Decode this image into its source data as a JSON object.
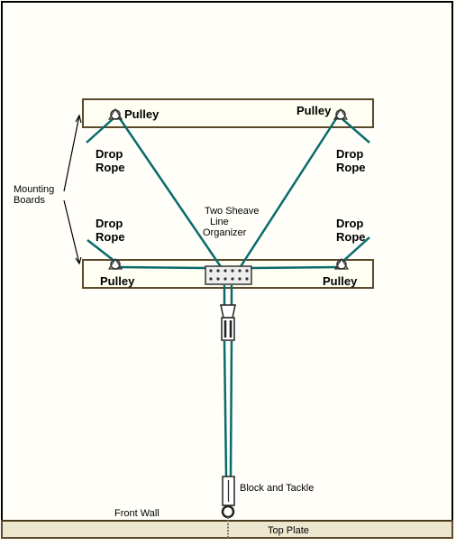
{
  "labels": {
    "pulley": "Pulley",
    "drop": "Drop",
    "rope": "Rope",
    "mounting": "Mounting",
    "boards": "Boards",
    "organizer_1": "Two Sheave",
    "organizer_2": "Line",
    "organizer_3": "Organizer",
    "block_and_tackle": "Block and Tackle",
    "front_wall": "Front Wall",
    "top_plate": "Top Plate"
  },
  "colors": {
    "rope": "#0a6b6b",
    "board_outline": "#5a4a2a",
    "top_plate_fill": "#ede7cf"
  }
}
